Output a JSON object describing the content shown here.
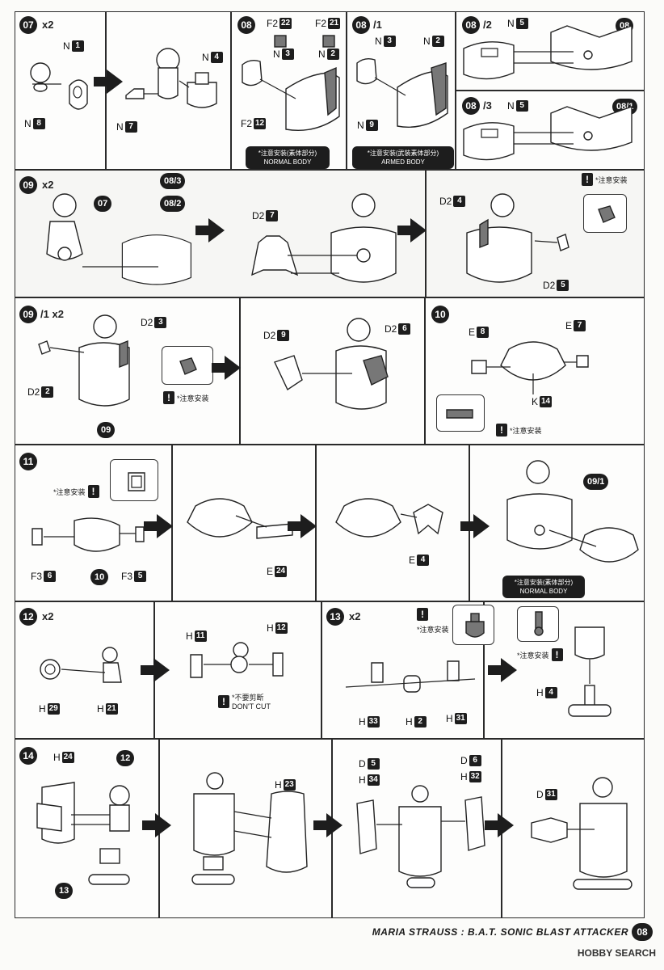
{
  "footer": {
    "title": "MARIA STRAUSS : B.A.T. SONIC BLAST ATTACKER",
    "page": "08",
    "watermark": "HOBBY SEARCH"
  },
  "steps": {
    "s07": {
      "num": "07",
      "mult": "x2"
    },
    "s08": {
      "num": "08"
    },
    "s08_1": {
      "num": "08",
      "sub": "/1"
    },
    "s08_2": {
      "num": "08",
      "sub": "/2"
    },
    "s08_3": {
      "num": "08",
      "sub": "/3"
    },
    "s09": {
      "num": "09",
      "mult": "x2"
    },
    "s09_1": {
      "num": "09",
      "sub": "/1",
      "mult": "x2"
    },
    "s10": {
      "num": "10"
    },
    "s11": {
      "num": "11"
    },
    "s12": {
      "num": "12",
      "mult": "x2"
    },
    "s13": {
      "num": "13",
      "mult": "x2"
    },
    "s14": {
      "num": "14"
    }
  },
  "refs": {
    "r07": "07",
    "r08_1": "08",
    "r08_3_sub": "/1",
    "r08_3": "08",
    "r09a": "07",
    "r09b": "08",
    "r09b_sub": "/3",
    "r09c": "08",
    "r09c_sub": "/2",
    "r09_1": "09",
    "r11": "09",
    "r11_sub": "/1",
    "r12b": "12",
    "r14a": "12",
    "r14b": "13"
  },
  "labels": {
    "N": "N",
    "F2": "F2",
    "D2": "D2",
    "E": "E",
    "K": "K",
    "F3": "F3",
    "H": "H",
    "D": "D",
    "n1": "1",
    "n8": "8",
    "n7": "7",
    "n4": "4",
    "n3": "3",
    "n2": "2",
    "n5": "5",
    "n9": "9",
    "f22": "22",
    "f21": "21",
    "f12": "12",
    "d7": "7",
    "d4": "4",
    "d5": "5",
    "d3": "3",
    "d2": "2",
    "d9": "9",
    "d6": "6",
    "e8": "8",
    "e7": "7",
    "k14": "14",
    "f36": "6",
    "f35": "5",
    "e24": "24",
    "e4": "4",
    "h29": "29",
    "h21": "21",
    "h11": "11",
    "h12": "12",
    "h33": "33",
    "h2": "2",
    "h31": "31",
    "h4": "4",
    "h24": "24",
    "h23": "23",
    "h34": "34",
    "h32": "32",
    "dd5": "5",
    "dd6": "6",
    "dd31": "31"
  },
  "notices": {
    "normal_body": {
      "line1": "*注意安装(素体部分)",
      "line2": "NORMAL BODY"
    },
    "armed_body": {
      "line1": "*注意安装(武装素体部分)",
      "line2": "ARMED BODY"
    },
    "normal_body2": {
      "line1": "*注意安装(素体部分)",
      "line2": "NORMAL BODY"
    }
  },
  "warnings": {
    "caution": "*注意安装",
    "bang": "!",
    "dont_cut_cn": "*不要剪断",
    "dont_cut_en": "DON'T CUT"
  },
  "icons": [
    "arrow-right-icon",
    "warning-icon",
    "ruler-icon"
  ]
}
